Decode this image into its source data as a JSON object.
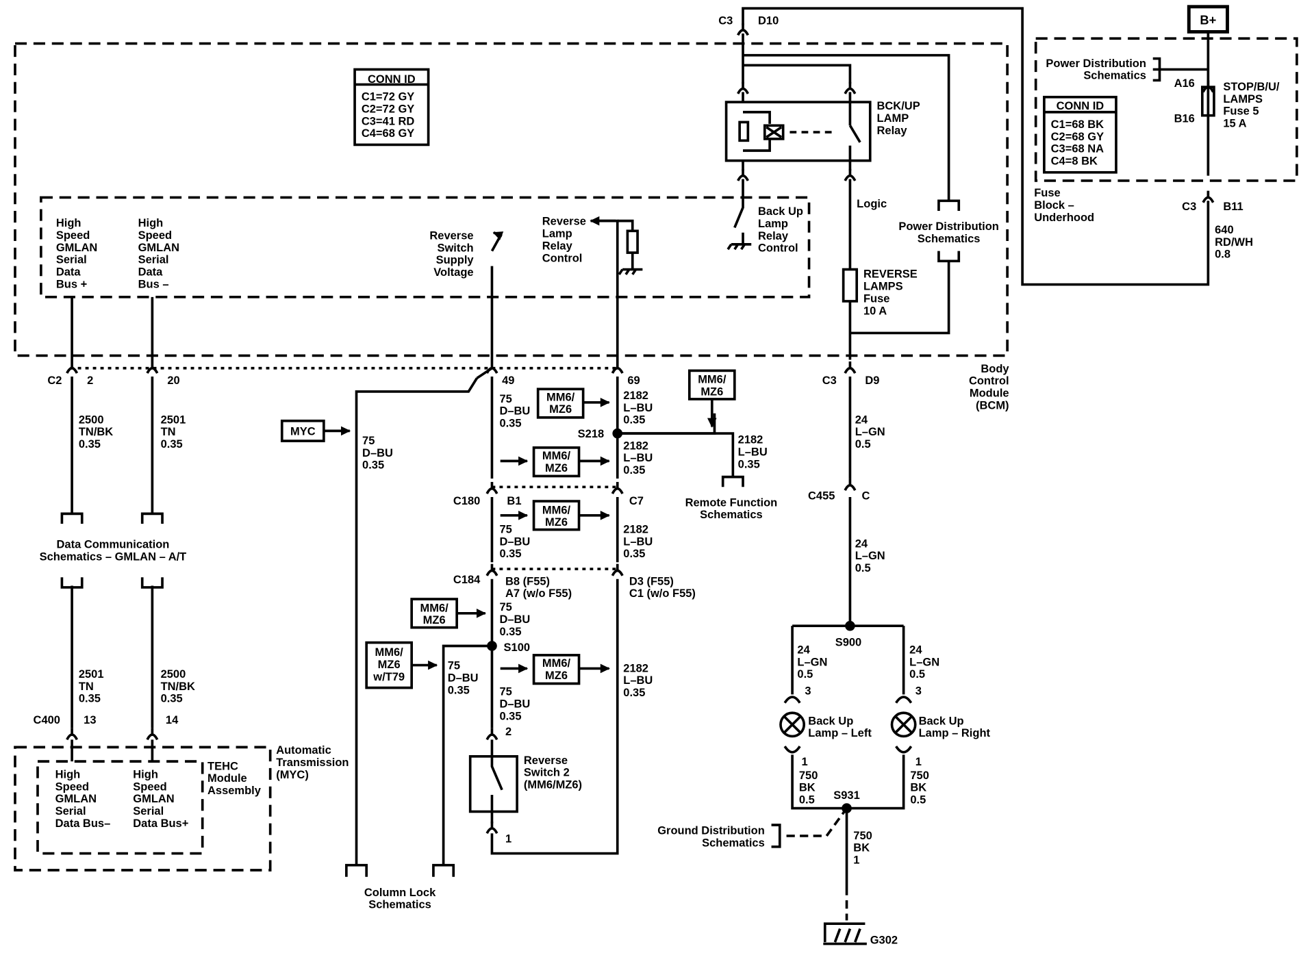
{
  "diagram": {
    "conn_id_bcm": {
      "title": "CONN ID",
      "lines": [
        "C1=72 GY",
        "C2=72 GY",
        "C3=41 RD",
        "C4=68 GY"
      ]
    },
    "conn_id_fuse": {
      "title": "CONN ID",
      "lines": [
        "C1=68 BK",
        "C2=68 GY",
        "C3=68 NA",
        "C4=8 BK"
      ]
    },
    "bplus": "B+",
    "power_dist_top": [
      "Power Distribution",
      "Schematics"
    ],
    "pin_a16": "A16",
    "pin_b16": "B16",
    "fuse5": [
      "STOP/B/U/",
      "LAMPS",
      "Fuse 5",
      "15 A"
    ],
    "fuse_block": [
      "Fuse",
      "Block –",
      "Underhood"
    ],
    "c3_right": "C3",
    "b11": "B11",
    "wire_640": [
      "640",
      "RD/WH",
      "0.8"
    ],
    "c3_top": "C3",
    "d10": "D10",
    "relay": [
      "BCK/UP",
      "LAMP",
      "Relay"
    ],
    "logic": "Logic",
    "backup_relay_control": [
      "Back Up",
      "Lamp",
      "Relay",
      "Control"
    ],
    "power_dist_mid": [
      "Power Distribution",
      "Schematics"
    ],
    "reverse_fuse": [
      "REVERSE",
      "LAMPS",
      "Fuse",
      "10 A"
    ],
    "gmlan_plus": [
      "High",
      "Speed",
      "GMLAN",
      "Serial",
      "Data",
      "Bus +"
    ],
    "gmlan_minus": [
      "High",
      "Speed",
      "GMLAN",
      "Serial",
      "Data",
      "Bus –"
    ],
    "rev_switch_supply": [
      "Reverse",
      "Switch",
      "Supply",
      "Voltage"
    ],
    "rev_lamp_relay_control": [
      "Reverse",
      "Lamp",
      "Relay",
      "Control"
    ],
    "bcm": [
      "Body",
      "Control",
      "Module",
      "(BCM)"
    ],
    "c2": "C2",
    "pin_2": "2",
    "pin_20": "20",
    "pin_49": "49",
    "pin_69": "69",
    "c3_d9": "C3",
    "d9": "D9",
    "wire_2500a": [
      "2500",
      "TN/BK",
      "0.35"
    ],
    "wire_2501a": [
      "2501",
      "TN",
      "0.35"
    ],
    "wire_75a": [
      "75",
      "D–BU",
      "0.35"
    ],
    "wire_2182a": [
      "2182",
      "L–BU",
      "0.35"
    ],
    "wire_24a": [
      "24",
      "L–GN",
      "0.5"
    ],
    "mm6_a": [
      "MM6/",
      "MZ6"
    ],
    "mm6_top": [
      "MM6/",
      "MZ6"
    ],
    "myc": "MYC",
    "wire_75_left": [
      "75",
      "D–BU",
      "0.35"
    ],
    "s218": "S218",
    "mm6_b": [
      "MM6/",
      "MZ6"
    ],
    "wire_2182b": [
      "2182",
      "L–BU",
      "0.35"
    ],
    "wire_2182c": [
      "2182",
      "L–BU",
      "0.35"
    ],
    "remote_function": [
      "Remote Function",
      "Schematics"
    ],
    "c180": "C180",
    "b1": "B1",
    "c7": "C7",
    "mm6_c": [
      "MM6/",
      "MZ6"
    ],
    "c455": "C455",
    "pin_c": "C",
    "wire_24b": [
      "24",
      "L–GN",
      "0.5"
    ],
    "wire_75b": [
      "75",
      "D–BU",
      "0.35"
    ],
    "wire_2182d": [
      "2182",
      "L–BU",
      "0.35"
    ],
    "data_comm": [
      "Data Communication",
      "Schematics – GMLAN – A/T"
    ],
    "c184": "C184",
    "b8": [
      "B8 (F55)",
      "A7 (w/o F55)"
    ],
    "d3": [
      "D3 (F55)",
      "C1 (w/o F55)"
    ],
    "mm6_d": [
      "MM6/",
      "MZ6"
    ],
    "wire_75c": [
      "75",
      "D–BU",
      "0.35"
    ],
    "s100": "S100",
    "mm6_t79": [
      "MM6/",
      "MZ6",
      "w/T79"
    ],
    "wire_75d": [
      "75",
      "D–BU",
      "0.35"
    ],
    "mm6_e": [
      "MM6/",
      "MZ6"
    ],
    "wire_2182e": [
      "2182",
      "L–BU",
      "0.35"
    ],
    "wire_75e": [
      "75",
      "D–BU",
      "0.35"
    ],
    "s900": "S900",
    "wire_24l": [
      "24",
      "L–GN",
      "0.5"
    ],
    "wire_24r": [
      "24",
      "L–GN",
      "0.5"
    ],
    "pin_3l": "3",
    "pin_3r": "3",
    "wire_2501b": [
      "2501",
      "TN",
      "0.35"
    ],
    "wire_2500b": [
      "2500",
      "TN/BK",
      "0.35"
    ],
    "c400": "C400",
    "pin_13": "13",
    "pin_14": "14",
    "auto_trans": [
      "Automatic",
      "Transmission",
      "(MYC)"
    ],
    "tehc": [
      "TEHC",
      "Module",
      "Assembly"
    ],
    "tehc_left": [
      "High",
      "Speed",
      "GMLAN",
      "Serial",
      "Data Bus–"
    ],
    "tehc_right": [
      "High",
      "Speed",
      "GMLAN",
      "Serial",
      "Data Bus+"
    ],
    "pin_2sw": "2",
    "reverse_switch": [
      "Reverse",
      "Switch 2",
      "(MM6/MZ6)"
    ],
    "pin_1sw": "1",
    "backup_left": [
      "Back Up",
      "Lamp – Left"
    ],
    "backup_right": [
      "Back Up",
      "Lamp – Right"
    ],
    "pin_1l": "1",
    "pin_1r": "1",
    "wire_750l": [
      "750",
      "BK",
      "0.5"
    ],
    "wire_750r": [
      "750",
      "BK",
      "0.5"
    ],
    "s931": "S931",
    "ground_dist": [
      "Ground Distribution",
      "Schematics"
    ],
    "wire_750g": [
      "750",
      "BK",
      "1"
    ],
    "column_lock": [
      "Column Lock",
      "Schematics"
    ],
    "g302": "G302"
  }
}
